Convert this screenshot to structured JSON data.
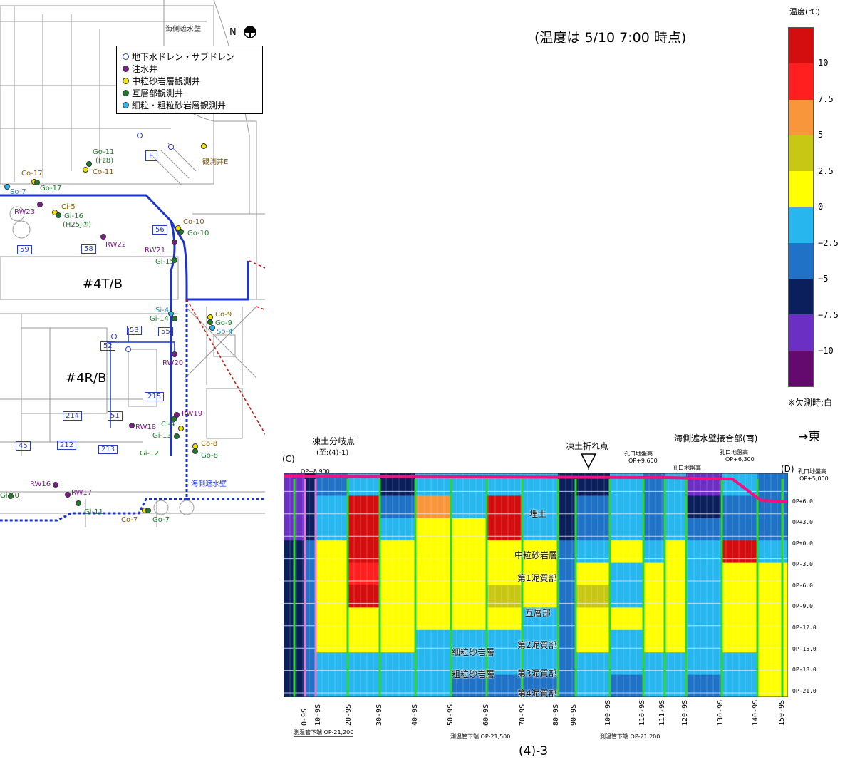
{
  "snapshot_note": "(温度は 5/10 7:00 時点)",
  "map": {
    "north_label": "N",
    "seawall_top_label": "海側遮水壁",
    "seawall_bottom_label": "海側遮水壁",
    "building_tb": "#4T/B",
    "building_rb": "#4R/B",
    "obs_well_e": "観測井E",
    "e_label": "E",
    "legend": [
      {
        "label": "地下水ドレン・サブドレン",
        "color": "#ffffff",
        "stroke": "#2b3bbf"
      },
      {
        "label": "注水井",
        "color": "#7a1f86",
        "stroke": "#3a0a40"
      },
      {
        "label": "中粒砂岩層観測井",
        "color": "#f2e500",
        "stroke": "#555"
      },
      {
        "label": "互層部観測井",
        "color": "#1f7a2a",
        "stroke": "#0b3a10"
      },
      {
        "label": "細粒・粗粒砂岩層観測井",
        "color": "#29b5e8",
        "stroke": "#145a75"
      }
    ],
    "pit_numbers": [
      "59",
      "58",
      "56",
      "53",
      "55",
      "52",
      "51",
      "215",
      "214",
      "212",
      "213",
      "45"
    ],
    "well_labels": [
      "Co-17",
      "Go-17",
      "So-7",
      "RW23",
      "Ci-5",
      "Gi-16",
      "(H25J⑦)",
      "Go-11",
      "(Fz8)",
      "Co-11",
      "Co-10",
      "Go-10",
      "RW22",
      "RW21",
      "Gi-15",
      "Si-4",
      "Gi-14",
      "Co-9",
      "Go-9",
      "So-4",
      "RW20",
      "RW19",
      "RW18",
      "Ci-4",
      "Gi-13",
      "Gi-12",
      "Co-8",
      "Go-8",
      "RW16",
      "RW17",
      "Gi-10",
      "Gi-11",
      "Co-7",
      "Go-7"
    ]
  },
  "scale": {
    "title": "温度(℃)",
    "missing_note": "※欠測時:白",
    "ticks": [
      "10",
      "7.5",
      "5",
      "2.5",
      "0",
      "−2.5",
      "−5",
      "−7.5",
      "−10"
    ],
    "bands": [
      "#d40e0e",
      "#ff1f1f",
      "#f7963a",
      "#c8c814",
      "#ffff00",
      "#27b7ee",
      "#1f72c6",
      "#0a1f5c",
      "#6b2fc4",
      "#640a6e"
    ]
  },
  "section": {
    "title": "(4)-3",
    "direction": "→東",
    "point_c": "(C)",
    "point_d": "(D)",
    "branch_point": "凍土分岐点",
    "branch_sub": "(至:(4)-1)",
    "bend_point": "凍土折れ点",
    "seawall_junction": "海側遮水壁接合部(南)",
    "borehole_ground": "孔口地盤高",
    "ground_levels": [
      "OP+8,900",
      "OP+9,600",
      "OP+9,400",
      "OP+6,300",
      "OP+5,000"
    ],
    "layers": [
      "埋土",
      "中粒砂岩層",
      "第1泥質部",
      "互層部",
      "第2泥質部",
      "細粒砂岩層",
      "第3泥質部",
      "粗粒砂岩層",
      "第4泥質部"
    ],
    "op_levels": [
      "OP+6.0",
      "OP+3.0",
      "OP±0.0",
      "OP-3.0",
      "OP-6.0",
      "OP-9.0",
      "OP-12.0",
      "OP-15.0",
      "OP-18.0",
      "OP-21.0"
    ],
    "boreholes": [
      "0-9S",
      "10-9S",
      "20-9S",
      "30-9S",
      "40-9S",
      "50-9S",
      "60-9S",
      "70-9S",
      "80-9S",
      "90-9S",
      "100-9S",
      "110-9S",
      "111-9S",
      "120-9S",
      "130-9S",
      "140-9S",
      "150-9S"
    ],
    "pipe_notes": [
      "測温管下端 OP-21,200",
      "測温管下端 OP-21,500",
      "測温管下端 OP-21,200"
    ]
  },
  "chart_data": {
    "type": "heatmap",
    "title": "(4)-3",
    "xlabel": "",
    "ylabel": "",
    "x": [
      "0-9S",
      "10-9S",
      "20-9S",
      "30-9S",
      "40-9S",
      "50-9S",
      "60-9S",
      "70-9S",
      "80-9S",
      "90-9S",
      "100-9S",
      "110-9S",
      "111-9S",
      "120-9S",
      "130-9S",
      "140-9S",
      "150-9S"
    ],
    "y": [
      "OP+6.0",
      "OP+3.0",
      "OP±0.0",
      "OP-3.0",
      "OP-6.0",
      "OP-9.0",
      "OP-12.0",
      "OP-15.0",
      "OP-18.0",
      "OP-21.0"
    ],
    "unit": "℃",
    "color_range": [
      -12.5,
      12.5
    ],
    "values": [
      [
        -10,
        -7.5,
        -5,
        -2.5,
        -7.5,
        -2.5,
        -2.5,
        -2.5,
        -2.5,
        -7.5,
        -7.5,
        -2.5,
        -5,
        -2.5,
        -10,
        -2.5,
        -5
      ],
      [
        -10,
        -7.5,
        -2.5,
        10,
        -5,
        5,
        -2.5,
        10,
        -2.5,
        -7.5,
        -5,
        -2.5,
        -5,
        -2.5,
        -7.5,
        -5,
        -5
      ],
      [
        -10,
        -7.5,
        -2.5,
        10,
        -2.5,
        0,
        0,
        10,
        -2.5,
        -7.5,
        -5,
        -2.5,
        -5,
        -2.5,
        -5,
        -5,
        -5
      ],
      [
        -7.5,
        -5,
        0,
        10,
        0,
        0,
        0,
        0,
        0,
        -5,
        -2.5,
        0,
        -2.5,
        0,
        -2.5,
        10,
        -2.5
      ],
      [
        -7.5,
        -5,
        0,
        7.5,
        0,
        0,
        0,
        0,
        0,
        -5,
        0,
        -2.5,
        0,
        0,
        -2.5,
        0,
        0
      ],
      [
        -7.5,
        -5,
        0,
        10,
        0,
        0,
        0,
        2.5,
        0,
        -5,
        2.5,
        -2.5,
        0,
        0,
        -2.5,
        0,
        0
      ],
      [
        -7.5,
        -5,
        0,
        0,
        0,
        0,
        0,
        0,
        -2.5,
        -5,
        0,
        0,
        0,
        0,
        -2.5,
        0,
        0
      ],
      [
        -7.5,
        -5,
        0,
        0,
        0,
        -2.5,
        -2.5,
        -2.5,
        -2.5,
        -5,
        0,
        -2.5,
        0,
        0,
        -2.5,
        0,
        0
      ],
      [
        -7.5,
        -5,
        -2.5,
        -2.5,
        -2.5,
        -2.5,
        -2.5,
        -2.5,
        -2.5,
        -5,
        -2.5,
        -2.5,
        -2.5,
        -2.5,
        -2.5,
        -2.5,
        0
      ],
      [
        -7.5,
        -5,
        -2.5,
        -2.5,
        -2.5,
        -2.5,
        -5,
        -5,
        -5,
        -5,
        -2.5,
        -5,
        -2.5,
        -2.5,
        -5,
        -2.5,
        0
      ]
    ]
  }
}
